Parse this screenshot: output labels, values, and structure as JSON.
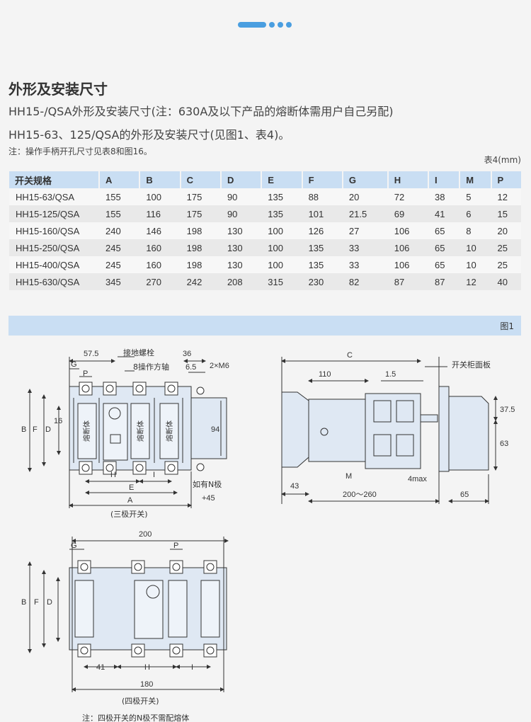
{
  "header_dots": 4,
  "heading": "外形及安装尺寸",
  "intro_line1": "HH15-/QSA外形及安装尺寸(注：630A及以下产品的熔断体需用户自己另配)",
  "intro_line2": "HH15-63、125/QSA的外形及安装尺寸(见图1、表4)。",
  "note": "注：操作手柄开孔尺寸见表8和图16。",
  "table_label": "表4(mm)",
  "table": {
    "headers": [
      "开关规格",
      "A",
      "B",
      "C",
      "D",
      "E",
      "F",
      "G",
      "H",
      "I",
      "M",
      "P"
    ],
    "rows": [
      [
        "HH15-63/QSA",
        "155",
        "100",
        "175",
        "90",
        "135",
        "88",
        "20",
        "72",
        "38",
        "5",
        "12"
      ],
      [
        "HH15-125/QSA",
        "155",
        "116",
        "175",
        "90",
        "135",
        "101",
        "21.5",
        "69",
        "41",
        "6",
        "15"
      ],
      [
        "HH15-160/QSA",
        "240",
        "146",
        "198",
        "130",
        "100",
        "126",
        "27",
        "106",
        "65",
        "8",
        "20"
      ],
      [
        "HH15-250/QSA",
        "245",
        "160",
        "198",
        "130",
        "100",
        "135",
        "33",
        "106",
        "65",
        "10",
        "25"
      ],
      [
        "HH15-400/QSA",
        "245",
        "160",
        "198",
        "130",
        "100",
        "135",
        "33",
        "106",
        "65",
        "10",
        "25"
      ],
      [
        "HH15-630/QSA",
        "345",
        "270",
        "242",
        "208",
        "315",
        "230",
        "82",
        "87",
        "87",
        "12",
        "40"
      ]
    ]
  },
  "figure": {
    "label": "图1",
    "three_pole": {
      "caption": "(三极开关)",
      "dim_57_5": "57.5",
      "dim_36": "36",
      "dim_6_5": "6.5",
      "dim_2xM6": "2×M6",
      "dim_94": "94",
      "ground_bolt": "接地螺栓",
      "shaft": "8操作方轴",
      "fuse_text": "熔断体",
      "n_pole_note": "如有N极",
      "plus45": "+45",
      "letters": {
        "G": "G",
        "P": "P",
        "B": "B",
        "F": "F",
        "D": "D",
        "H": "H",
        "I": "I",
        "E": "E",
        "A": "A"
      },
      "dim_16": "16"
    },
    "side_view": {
      "C": "C",
      "dim_110": "110",
      "dim_1_5": "1.5",
      "panel": "开关柜面板",
      "dim_37_5": "37.5",
      "dim_63": "63",
      "M": "M",
      "dim_4max": "4max",
      "dim_43": "43",
      "range": "200～260",
      "dim_65": "65"
    },
    "four_pole": {
      "caption": "(四极开关)",
      "dim_200": "200",
      "dim_180": "180",
      "dim_41": "41",
      "letters": {
        "G": "G",
        "P": "P",
        "B": "B",
        "F": "F",
        "D": "D",
        "H": "H",
        "I": "I"
      }
    },
    "footnote": "注：四极开关的N极不需配熔体"
  }
}
